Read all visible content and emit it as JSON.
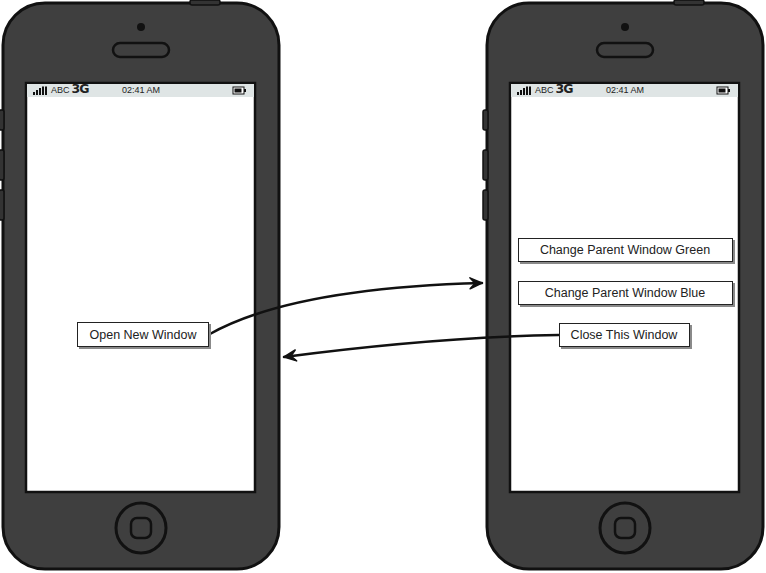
{
  "diagram": {
    "nodes": [
      {
        "text": [
          "ABC",
          "3G",
          "02:41 AM"
        ]
      },
      {
        "text": [
          "Open New Window"
        ],
        "in": 0
      },
      {
        "text": [
          "ABC",
          "3G",
          "02:41 AM"
        ]
      },
      {
        "text": [
          "Change Parent Window Green"
        ],
        "in": 2
      },
      {
        "text": [
          "Change Parent Window Blue"
        ],
        "in": 2
      },
      {
        "text": [
          "Close This Window"
        ],
        "in": 2
      }
    ],
    "edges": [
      {
        "from": 1,
        "to": 2,
        "arrow": "to"
      },
      {
        "from": 5,
        "to": 0,
        "arrow": "to"
      }
    ]
  }
}
